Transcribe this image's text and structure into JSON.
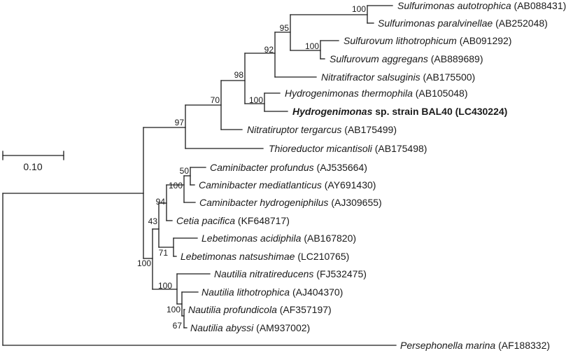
{
  "scale_bar": {
    "label": "0.10"
  },
  "taxa": [
    {
      "id": "sulf_auto",
      "name": "Sulfurimonas autotrophica",
      "rest": " (AB088431)",
      "bold": false
    },
    {
      "id": "sulf_para",
      "name": "Sulfurimonas paralvinellae",
      "rest": " (AB252048)",
      "bold": false
    },
    {
      "id": "sulfo_lith",
      "name": "Sulfurovum lithotrophicum",
      "rest": " (AB091292)",
      "bold": false
    },
    {
      "id": "sulfo_aggr",
      "name": "Sulfurovum aggregans",
      "rest": " (AB889689)",
      "bold": false
    },
    {
      "id": "nitrat_salsug",
      "name": "Nitratifractor salsuginis",
      "rest": " (AB175500)",
      "bold": false
    },
    {
      "id": "hydro_thermo",
      "name": "Hydrogenimonas thermophila",
      "rest": " (AB105048)",
      "bold": false
    },
    {
      "id": "hydro_bal40",
      "name": "Hydrogenimonas",
      "rest": " sp. strain BAL40 (LC430224)",
      "bold": true
    },
    {
      "id": "nitrir_terg",
      "name": "Nitratiruptor tergarcus",
      "rest": " (AB175499)",
      "bold": false
    },
    {
      "id": "thio_micant",
      "name": "Thioreductor micantisoli",
      "rest": " (AB175498)",
      "bold": false
    },
    {
      "id": "cam_prof",
      "name": "Caminibacter profundus",
      "rest": " (AJ535664)",
      "bold": false
    },
    {
      "id": "cam_med",
      "name": "Caminibacter mediatlanticus",
      "rest": " (AY691430)",
      "bold": false
    },
    {
      "id": "cam_hyd",
      "name": "Caminibacter hydrogeniphilus",
      "rest": " (AJ309655)",
      "bold": false
    },
    {
      "id": "cetia",
      "name": "Cetia pacifica",
      "rest": " (KF648717)",
      "bold": false
    },
    {
      "id": "leb_acid",
      "name": "Lebetimonas acidiphila",
      "rest": " (AB167820)",
      "bold": false
    },
    {
      "id": "leb_nats",
      "name": "Lebetimonas natsushimae",
      "rest": " (LC210765)",
      "bold": false
    },
    {
      "id": "naut_nitr",
      "name": "Nautilia nitratireducens",
      "rest": " (FJ532475)",
      "bold": false
    },
    {
      "id": "naut_lith",
      "name": "Nautilia lithotrophica",
      "rest": " (AJ404370)",
      "bold": false
    },
    {
      "id": "naut_prof",
      "name": "Nautilia profundicola",
      "rest": " (AF357197)",
      "bold": false
    },
    {
      "id": "naut_abys",
      "name": "Nautilia abyssi",
      "rest": " (AM937002)",
      "bold": false
    },
    {
      "id": "perseph",
      "name": "Persephonella marina",
      "rest": " (AF188332)",
      "bold": false
    }
  ],
  "bootstrap": [
    {
      "id": "bs_sulfurimonas",
      "value": "100"
    },
    {
      "id": "bs_sulfurimonas_sulfurovum",
      "value": "95"
    },
    {
      "id": "bs_sulfurovum",
      "value": "100"
    },
    {
      "id": "bs_nitratifractor",
      "value": "92"
    },
    {
      "id": "bs_hydro_upper",
      "value": "98"
    },
    {
      "id": "bs_hydrogenimonas",
      "value": "100"
    },
    {
      "id": "bs_nitratiruptor",
      "value": "70"
    },
    {
      "id": "bs_thioreductor",
      "value": "97"
    },
    {
      "id": "bs_cam_prof_med",
      "value": "50"
    },
    {
      "id": "bs_caminibacter",
      "value": "100"
    },
    {
      "id": "bs_cetia",
      "value": "94"
    },
    {
      "id": "bs_cam_leb",
      "value": "43"
    },
    {
      "id": "bs_lebetimonas",
      "value": "71"
    },
    {
      "id": "bs_nautiliaceae",
      "value": "100"
    },
    {
      "id": "bs_nautilia",
      "value": "100"
    },
    {
      "id": "bs_naut_prof_lith",
      "value": "100"
    },
    {
      "id": "bs_naut_prof_abys",
      "value": "67"
    }
  ]
}
